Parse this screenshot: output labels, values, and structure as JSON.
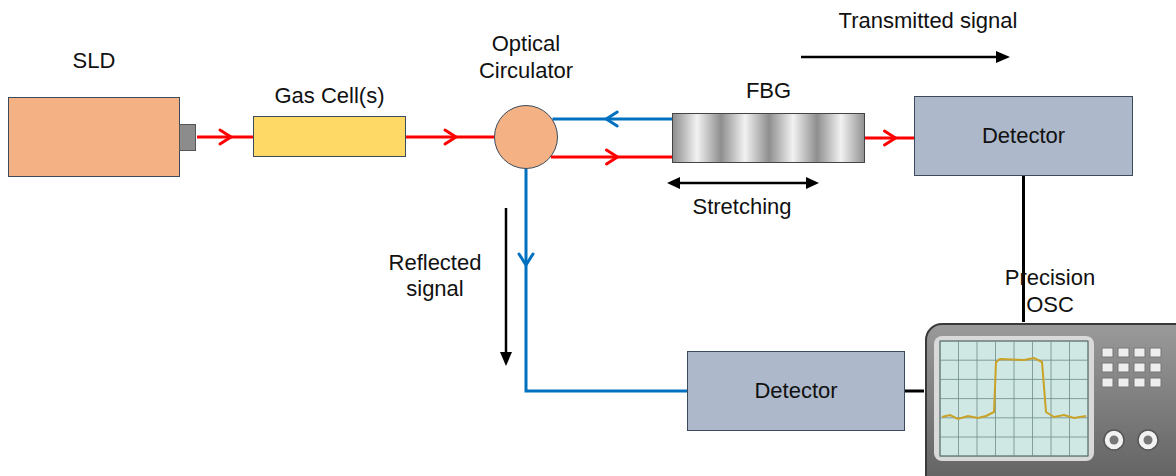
{
  "diagram": {
    "nodes": [
      {
        "text": [
          "SLD"
        ]
      },
      {
        "text": [
          "Gas Cell(s)"
        ]
      },
      {
        "text": [
          "Optical Circulator"
        ]
      },
      {
        "text": [
          "FBG"
        ]
      },
      {
        "text": [
          "Detector"
        ]
      },
      {
        "text": [
          "Detector"
        ]
      },
      {
        "text": [
          "Precision OSC"
        ]
      }
    ],
    "edges": [
      {
        "from": 0,
        "to": 1,
        "arrow": "to"
      },
      {
        "from": 1,
        "to": 2,
        "arrow": "to"
      },
      {
        "from": 2,
        "to": 3,
        "arrow": "to"
      },
      {
        "from": 3,
        "to": 2,
        "arrow": "to"
      },
      {
        "from": 3,
        "to": 4,
        "arrow": "to"
      },
      {
        "from": 2,
        "to": 5,
        "arrow": "to"
      },
      {
        "from": 4,
        "to": 6,
        "arrow": "none"
      },
      {
        "from": 5,
        "to": 6,
        "arrow": "none"
      }
    ],
    "labels": [
      "Transmitted signal",
      "Stretching",
      "Reflected signal"
    ]
  }
}
